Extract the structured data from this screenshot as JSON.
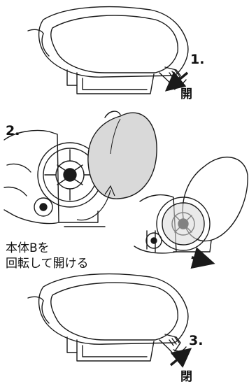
{
  "steps": {
    "step1": {
      "number": "1.",
      "action": "開"
    },
    "step2": {
      "number": "2.",
      "instruction_line1": "本体Bを",
      "instruction_line2": "回転して開ける"
    },
    "step3": {
      "number": "3.",
      "action": "閉"
    }
  },
  "colors": {
    "line": "#1a1a1a",
    "cover_fill": "#d9d9d9",
    "background": "#ffffff"
  }
}
